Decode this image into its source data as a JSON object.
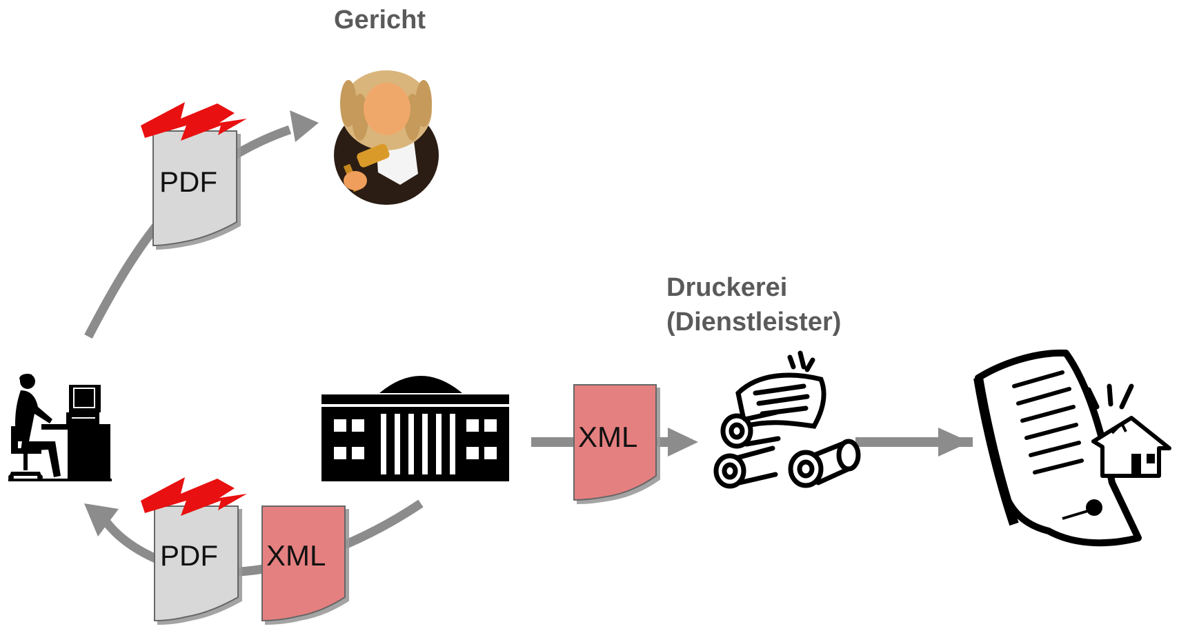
{
  "labels": {
    "court": "Gericht",
    "printer_line1": "Druckerei",
    "printer_line2": "(Dienstleister)"
  },
  "documents": {
    "pdf_top": "PDF",
    "pdf_bottom": "PDF",
    "xml_bottom": "XML",
    "xml_middle": "XML"
  },
  "icons": [
    "judge-icon",
    "office-worker-icon",
    "institution-building-icon",
    "printing-press-icon",
    "property-deed-icon",
    "signature-lightning-icon"
  ],
  "colors": {
    "arrow": "#8c8c8c",
    "pdf_fill": "#d8d8d8",
    "xml_fill": "#e58080",
    "signature": "#e81010",
    "label": "#5a5a5a"
  }
}
